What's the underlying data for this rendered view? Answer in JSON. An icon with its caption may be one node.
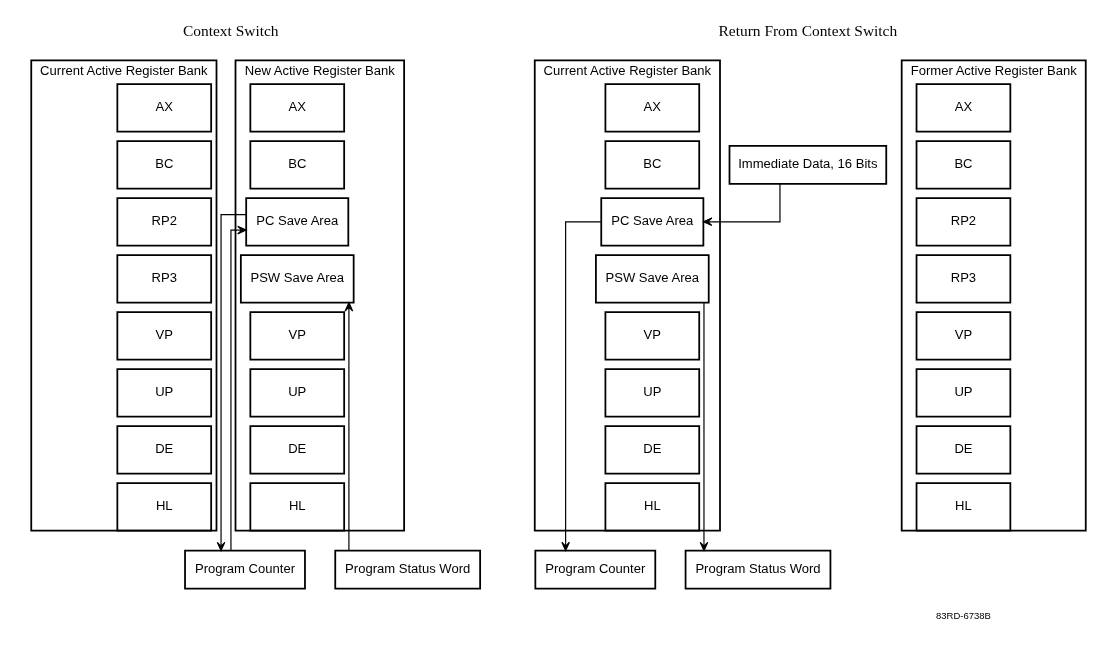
{
  "diagram": {
    "nodes": [
      {
        "text": [
          "Current Active Register Bank"
        ]
      },
      {
        "text": [
          "AX"
        ],
        "in": 0
      },
      {
        "text": [
          "BC"
        ],
        "in": 0
      },
      {
        "text": [
          "RP2"
        ],
        "in": 0
      },
      {
        "text": [
          "RP3"
        ],
        "in": 0
      },
      {
        "text": [
          "VP"
        ],
        "in": 0
      },
      {
        "text": [
          "UP"
        ],
        "in": 0
      },
      {
        "text": [
          "DE"
        ],
        "in": 0
      },
      {
        "text": [
          "HL"
        ],
        "in": 0
      },
      {
        "text": [
          "New Active Register Bank"
        ]
      },
      {
        "text": [
          "AX"
        ],
        "in": 9
      },
      {
        "text": [
          "BC"
        ],
        "in": 9
      },
      {
        "text": [
          "PC Save Area"
        ],
        "in": 9
      },
      {
        "text": [
          "PSW Save Area"
        ],
        "in": 9
      },
      {
        "text": [
          "VP"
        ],
        "in": 9
      },
      {
        "text": [
          "UP"
        ],
        "in": 9
      },
      {
        "text": [
          "DE"
        ],
        "in": 9
      },
      {
        "text": [
          "HL"
        ],
        "in": 9
      },
      {
        "text": [
          "Program Counter"
        ]
      },
      {
        "text": [
          "Program Status Word"
        ]
      },
      {
        "text": [
          "Immediate Data, 16 Bits"
        ]
      },
      {
        "text": [
          "Current Active Register Bank"
        ]
      },
      {
        "text": [
          "AX"
        ],
        "in": 21
      },
      {
        "text": [
          "BC"
        ],
        "in": 21
      },
      {
        "text": [
          "PC Save Area"
        ],
        "in": 21
      },
      {
        "text": [
          "PSW Save Area"
        ],
        "in": 21
      },
      {
        "text": [
          "VP"
        ],
        "in": 21
      },
      {
        "text": [
          "UP"
        ],
        "in": 21
      },
      {
        "text": [
          "DE"
        ],
        "in": 21
      },
      {
        "text": [
          "HL"
        ],
        "in": 21
      },
      {
        "text": [
          "Former Active Register Bank"
        ]
      },
      {
        "text": [
          "AX"
        ],
        "in": 30
      },
      {
        "text": [
          "BC"
        ],
        "in": 30
      },
      {
        "text": [
          "RP2"
        ],
        "in": 30
      },
      {
        "text": [
          "RP3"
        ],
        "in": 30
      },
      {
        "text": [
          "VP"
        ],
        "in": 30
      },
      {
        "text": [
          "UP"
        ],
        "in": 30
      },
      {
        "text": [
          "DE"
        ],
        "in": 30
      },
      {
        "text": [
          "HL"
        ],
        "in": 30
      },
      {
        "text": [
          "Program Counter"
        ]
      },
      {
        "text": [
          "Program Status Word"
        ]
      }
    ],
    "edges": [
      {
        "from": 18,
        "to": 12,
        "arrow": "to"
      },
      {
        "from": 12,
        "to": 18,
        "arrow": "to"
      },
      {
        "from": 19,
        "to": 13,
        "arrow": "to"
      },
      {
        "from": 20,
        "to": 24,
        "arrow": "to"
      },
      {
        "from": 24,
        "to": 39,
        "arrow": "to"
      },
      {
        "from": 25,
        "to": 40,
        "arrow": "to"
      }
    ],
    "labels": [
      "Context Switch",
      "Return From Context Switch",
      "83RD-6738B"
    ]
  }
}
